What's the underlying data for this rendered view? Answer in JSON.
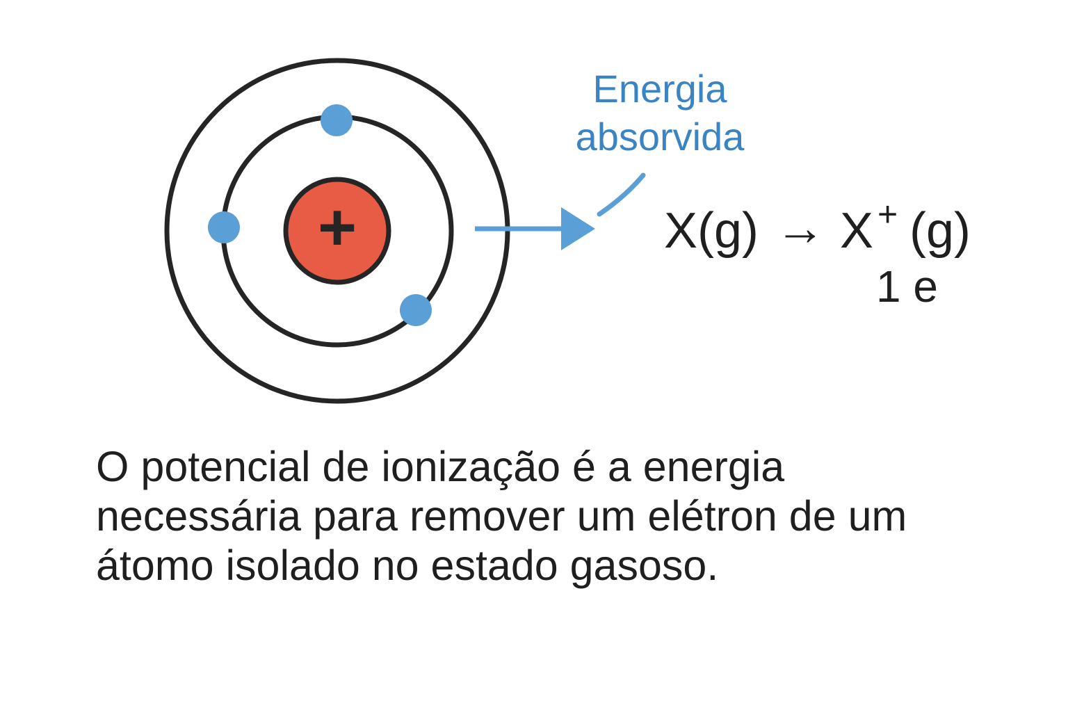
{
  "diagram": {
    "nucleus_symbol": "+",
    "nucleus_color": "#e85b45",
    "electron_color": "#5a9fd6",
    "orbit_color": "#252525",
    "accent_color": "#3b84c4",
    "energy_label": {
      "line1": "Energia",
      "line2": "absorvida"
    },
    "equation": {
      "reactant": "X(g)",
      "arrow": "→",
      "product": "X",
      "product_charge": "+",
      "product_state": "(g)",
      "electron": "1 e"
    }
  },
  "caption": {
    "line1": "O potencial de ionização é a energia",
    "line2": "necessária para remover um elétron  de um",
    "line3": "átomo isolado no estado gasoso."
  }
}
